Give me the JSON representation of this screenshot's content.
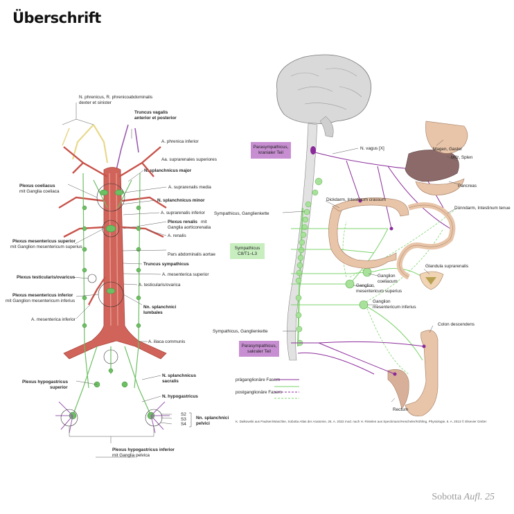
{
  "page": {
    "title": "Überschrift"
  },
  "left_labels": {
    "phrenicus_1": "N. phrenicus, R. phrenicoabdominalis",
    "phrenicus_2": "dexter et sinister",
    "truncus_vagalis_1": "Truncus vagalis",
    "truncus_vagalis_2": "anterior et posterior",
    "phrenica_inf": "A. phrenica inferior",
    "suprarenales_sup": "Aa. suprarenales superiores",
    "splanchnicus_major": "N. splanchnicus major",
    "plexus_coeliacus": "Plexus coeliacus",
    "ganglia_coeliaca": "mit Ganglia coeliaca",
    "suprarenalis_media": "A. suprarenalis media",
    "splanchnicus_minor": "N. splanchnicus minor",
    "suprarenalis_inf": "A. suprarenalis inferior",
    "plexus_renalis": "Plexus renalis",
    "plexus_renalis_mit": "mit",
    "ganglia_aorticorenalia": "Ganglia aorticorenalia",
    "a_renalis": "A. renalis",
    "pars_abdominalis": "Pars abdominalis aortae",
    "plexus_mes_sup": "Plexus mesentericus superior",
    "ganglion_mes_sup": "mit Ganglion mesentericum superius",
    "truncus_symp": "Truncus sympathicus",
    "a_mes_sup": "A. mesenterica superior",
    "plexus_testicularis": "Plexus testicularis/ovaricus",
    "a_testicularis": "A. testicularis/ovarica",
    "plexus_mes_inf": "Plexus mesentericus inferior",
    "ganglion_mes_inf": "mit Ganglion mesentericum inferius",
    "nn_splanch_lumb_1": "Nn. splanchnici",
    "nn_splanch_lumb_2": "lumbales",
    "a_mes_inf": "A. mesenterica inferior",
    "a_iliaca": "A. iliaca communis",
    "n_splanch_sacr_1": "N. splanchnicus",
    "n_splanch_sacr_2": "sacralis",
    "plexus_hypo_sup_1": "Plexus hypogastricus",
    "plexus_hypo_sup_2": "superior",
    "n_hypogastricus": "N. hypogastricus",
    "s2": "S2",
    "s3": "S3",
    "s4": "S4",
    "nn_splanch_pelv_1": "Nn. splanchnici",
    "nn_splanch_pelv_2": "pelvici",
    "plexus_hypo_inf": "Plexus hypogastricus inferior",
    "ganglia_pelvica": "mit Ganglia pelvica"
  },
  "right_labels": {
    "para_cranial_1": "Parasympathicus,",
    "para_cranial_2": "kranialer Teil",
    "n_vagus": "N. vagus [X]",
    "magen": "Magen, Gaster",
    "milz": "Milz, Splen",
    "pancreas": "Pancreas",
    "dickdarm": "Dickdarm, Intestinum crassum",
    "symp_kette_1": "Sympathicus, Ganglienkette",
    "duenndarm": "Dünndarm, Intestinum tenue",
    "symp_c8_1": "Sympathicus",
    "symp_c8_2": "C8/T1–L3",
    "glandula": "Glandula suprarenalis",
    "g_coeliacum_1": "Ganglion",
    "g_coeliacum_2": "coeliacum",
    "g_mes_sup_1": "Ganglion",
    "g_mes_sup_2": "mesentericum superius",
    "g_mes_inf_1": "Ganglion",
    "g_mes_inf_2": "mesentericum inferius",
    "symp_kette_2": "Sympathicus, Ganglienkette",
    "colon_desc": "Colon descendens",
    "para_sacral_1": "Parasympathicus,",
    "para_sacral_2": "sakraler Teil",
    "rectum": "Rectum",
    "legend_pre": "präganglionäre Fasern",
    "legend_post": "postganglionäre Fasern"
  },
  "credit": "K. Dalkowski aus Paulsen/Waschke, Sobotta Atlas der Anatomie, 25. A. 2022 mod. nach H. Rintelen aus Speckmann/Hescheler/Köhling, Physiologie, 6. A. 2013 © Elsevier GmbH",
  "brand": {
    "name": "Sobotta",
    "edition": "Aufl. 25"
  },
  "colors": {
    "parasympathetic": "#8a2a9a",
    "sympathetic": "#7bd36a",
    "artery": "#c8524a",
    "organ": "#e8c4a8",
    "brain": "#d8d8d8",
    "phrenic": "#e8d88a"
  }
}
